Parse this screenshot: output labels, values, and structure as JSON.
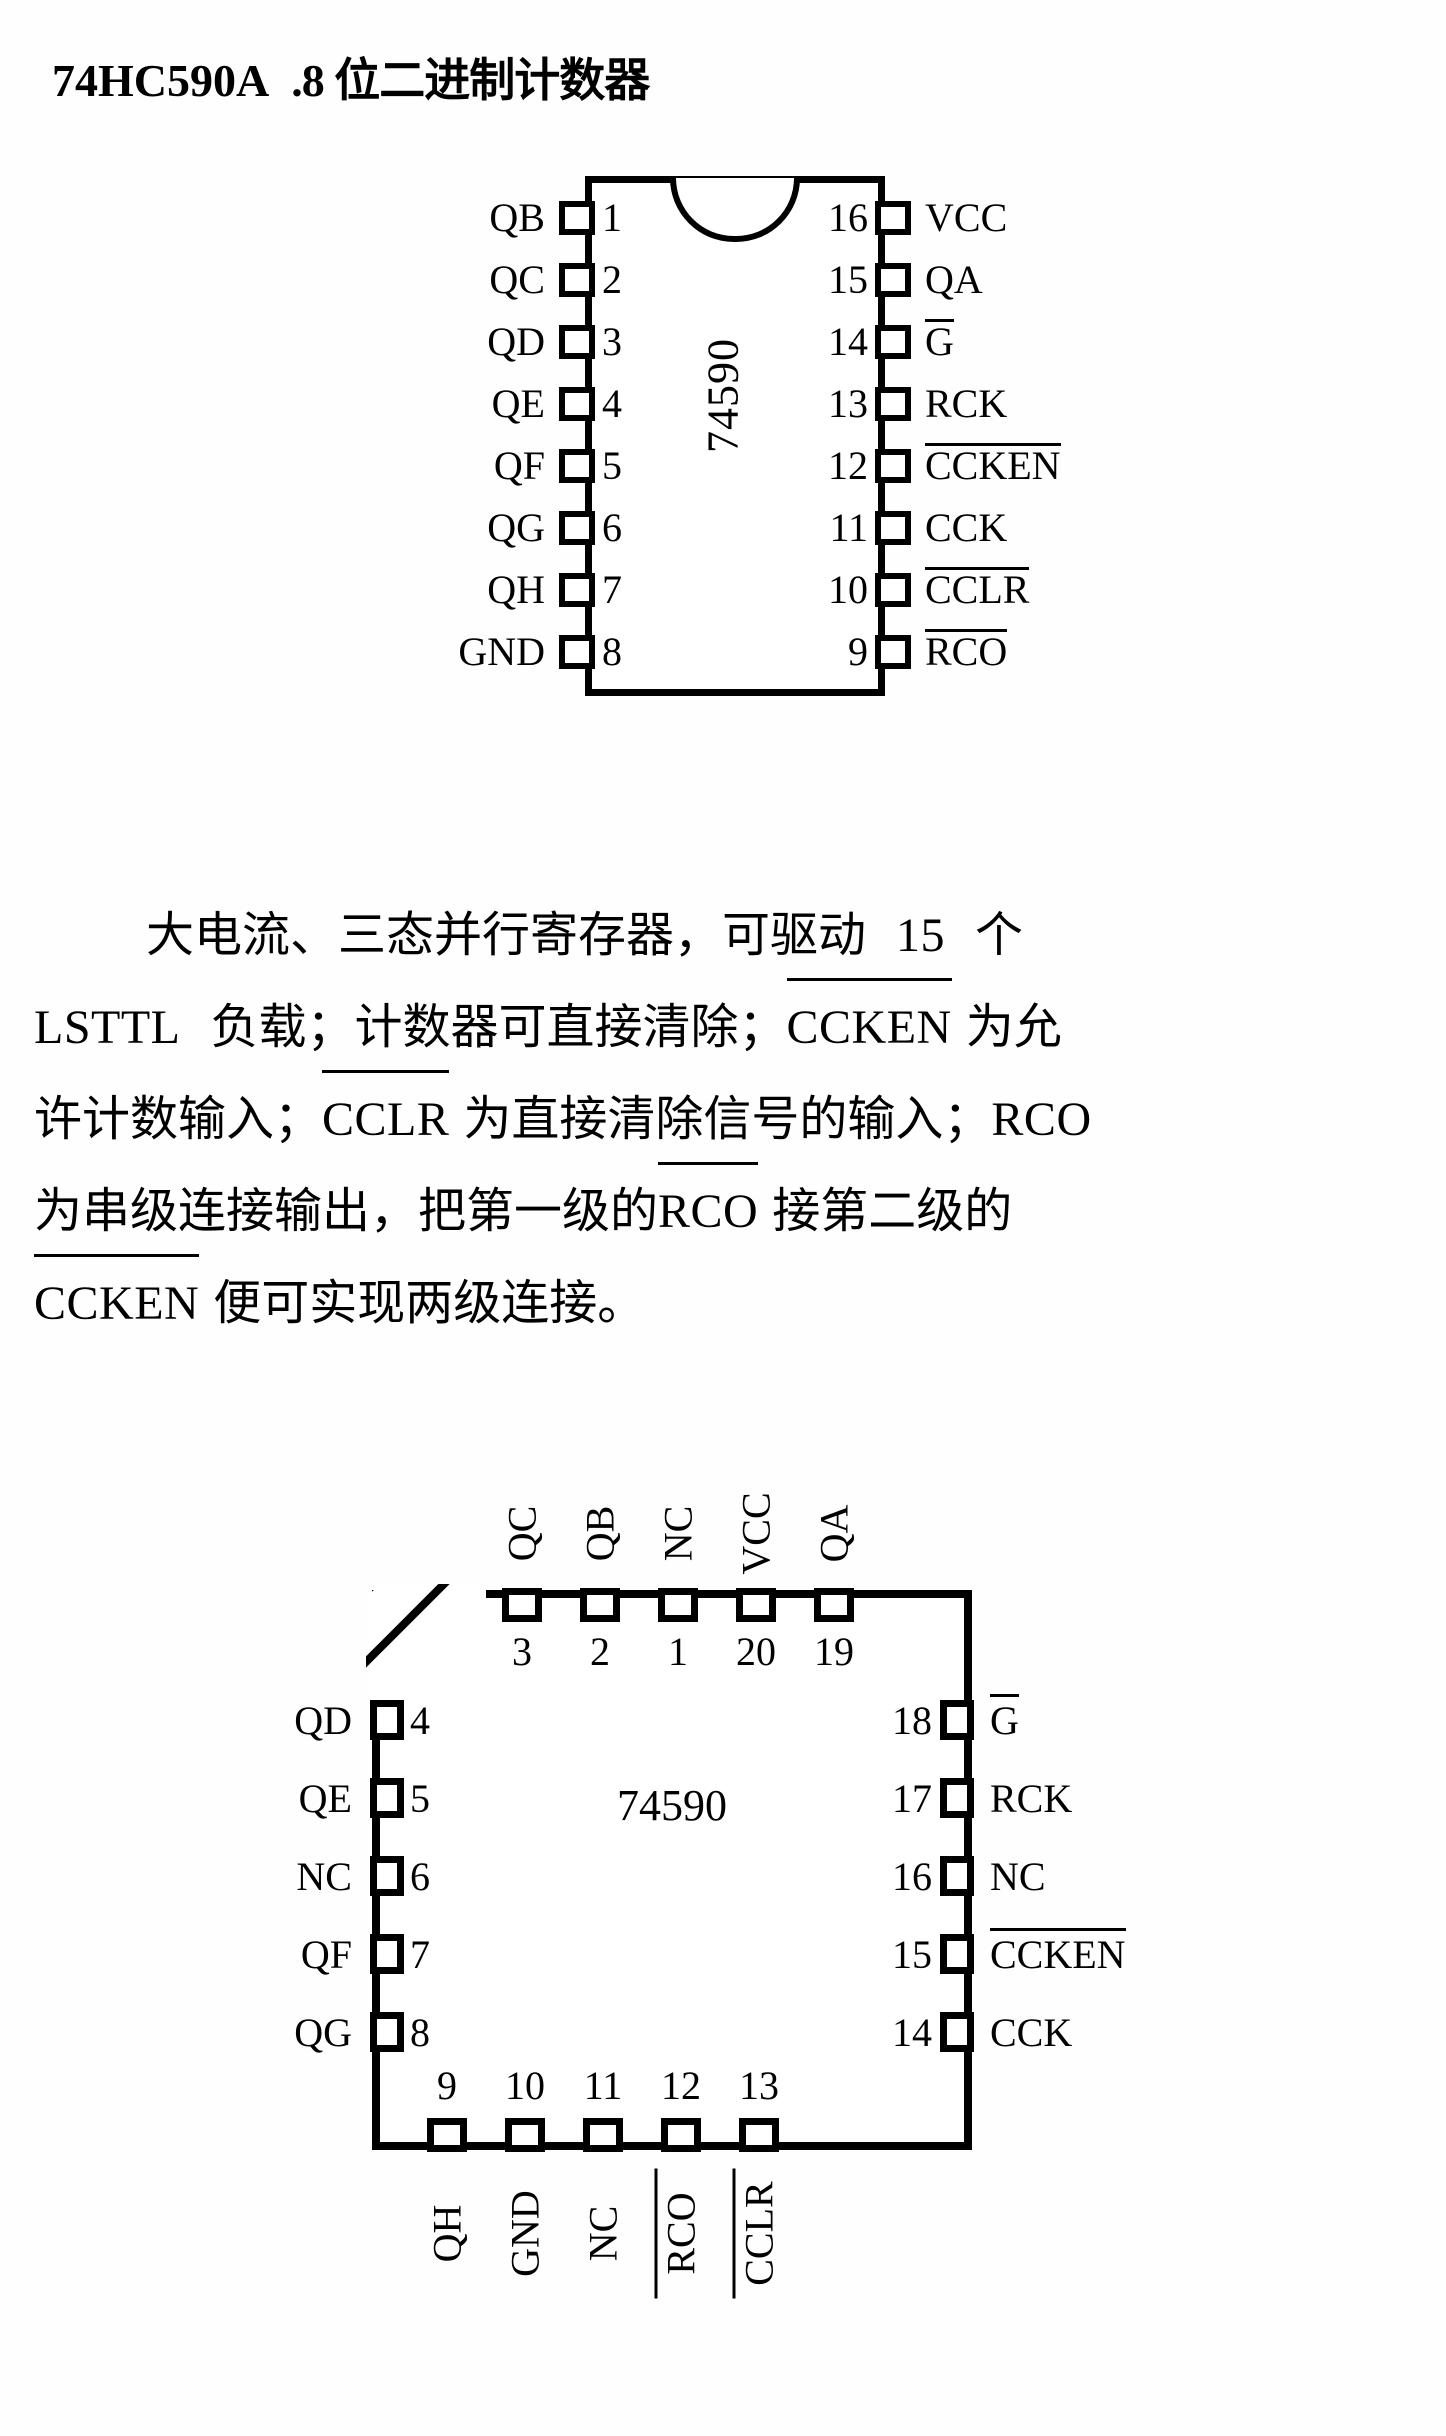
{
  "title": {
    "part": "74HC590A",
    "chinese": ".8 位二进制计数器"
  },
  "dip": {
    "name": "74590",
    "left_pins": [
      {
        "num": "1",
        "label": "QB",
        "overline": false
      },
      {
        "num": "2",
        "label": "QC",
        "overline": false
      },
      {
        "num": "3",
        "label": "QD",
        "overline": false
      },
      {
        "num": "4",
        "label": "QE",
        "overline": false
      },
      {
        "num": "5",
        "label": "QF",
        "overline": false
      },
      {
        "num": "6",
        "label": "QG",
        "overline": false
      },
      {
        "num": "7",
        "label": "QH",
        "overline": false
      },
      {
        "num": "8",
        "label": "GND",
        "overline": false
      }
    ],
    "right_pins": [
      {
        "num": "16",
        "label": "VCC",
        "overline": false
      },
      {
        "num": "15",
        "label": "QA",
        "overline": false
      },
      {
        "num": "14",
        "label": "G",
        "overline": true
      },
      {
        "num": "13",
        "label": "RCK",
        "overline": false
      },
      {
        "num": "12",
        "label": "CCKEN",
        "overline": true
      },
      {
        "num": "11",
        "label": "CCK",
        "overline": false
      },
      {
        "num": "10",
        "label": "CCLR",
        "overline": true
      },
      {
        "num": "9",
        "label": "RCO",
        "overline": true
      }
    ]
  },
  "paragraph": {
    "l1_indent": "",
    "l1_a": "大电流、三态并行寄存器，可驱动",
    "l1_num": "15",
    "l1_b": "个",
    "l2_a": "LSTTL",
    "l2_b": "负载；计数器可直接清除；",
    "l2_ovl": "CCKEN",
    "l2_c": "为允",
    "l3_a": "许计数输入；",
    "l3_ovl": "CCLR",
    "l3_b": "为直接清除信号的输入；",
    "l3_c": "RCO",
    "l4_a": "为串级连接输出，把第一级的",
    "l4_ovl": "RCO",
    "l4_b": "接第二级的",
    "l5_ovl": "CCKEN",
    "l5_a": "便可实现两级连接。"
  },
  "plcc": {
    "name": "74590",
    "top_pins": [
      {
        "num": "3",
        "label": "QC",
        "overline": false
      },
      {
        "num": "2",
        "label": "QB",
        "overline": false
      },
      {
        "num": "1",
        "label": "NC",
        "overline": false
      },
      {
        "num": "20",
        "label": "VCC",
        "overline": false
      },
      {
        "num": "19",
        "label": "QA",
        "overline": false
      }
    ],
    "left_pins": [
      {
        "num": "4",
        "label": "QD",
        "overline": false
      },
      {
        "num": "5",
        "label": "QE",
        "overline": false
      },
      {
        "num": "6",
        "label": "NC",
        "overline": false
      },
      {
        "num": "7",
        "label": "QF",
        "overline": false
      },
      {
        "num": "8",
        "label": "QG",
        "overline": false
      }
    ],
    "right_pins": [
      {
        "num": "18",
        "label": "G",
        "overline": true
      },
      {
        "num": "17",
        "label": "RCK",
        "overline": false
      },
      {
        "num": "16",
        "label": "NC",
        "overline": false
      },
      {
        "num": "15",
        "label": "CCKEN",
        "overline": true
      },
      {
        "num": "14",
        "label": "CCK",
        "overline": false
      }
    ],
    "bottom_pins": [
      {
        "num": "9",
        "label": "QH",
        "overline": false
      },
      {
        "num": "10",
        "label": "GND",
        "overline": false
      },
      {
        "num": "11",
        "label": "NC",
        "overline": false
      },
      {
        "num": "12",
        "label": "RCO",
        "overline": true
      },
      {
        "num": "13",
        "label": "CCLR",
        "overline": true
      }
    ]
  }
}
